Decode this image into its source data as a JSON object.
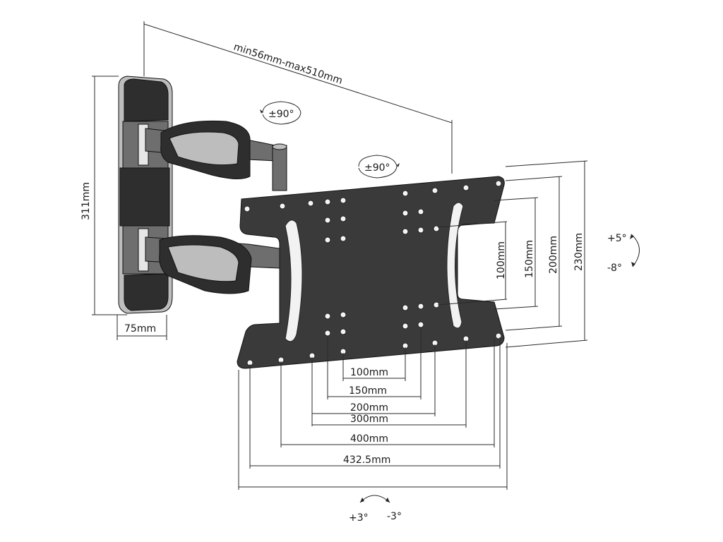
{
  "labels": {
    "arm_extension": "min56mm-max510mm",
    "swivel_arm": "±90°",
    "swivel_plate": "±90°",
    "wall_plate_height": "311mm",
    "wall_plate_width": "75mm",
    "tilt_up": "+5°",
    "tilt_down": "-8°",
    "rotate_left": "+3°",
    "rotate_right": "-3°"
  },
  "vertical_dims": [
    "100mm",
    "150mm",
    "200mm",
    "230mm"
  ],
  "horizontal_dims": [
    "100mm",
    "150mm",
    "200mm",
    "300mm",
    "400mm",
    "432.5mm"
  ]
}
